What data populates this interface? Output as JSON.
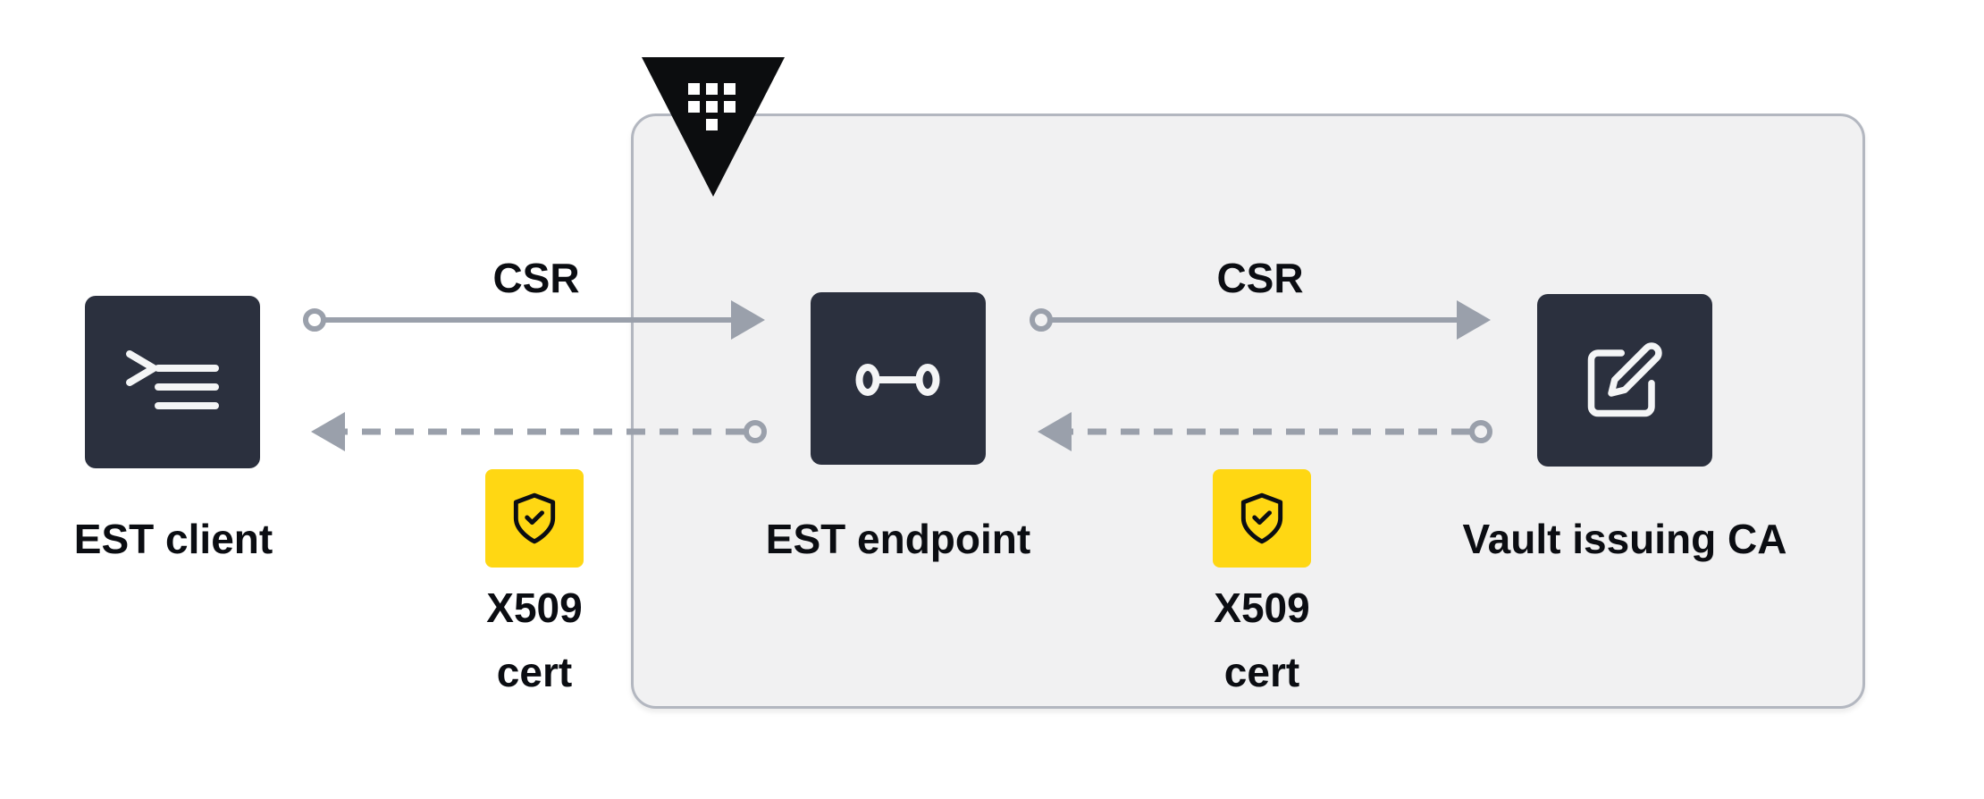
{
  "nodes": {
    "est_client": {
      "label": "EST client",
      "icon": "terminal-icon"
    },
    "est_endpoint": {
      "label": "EST endpoint",
      "icon": "socket-link-icon"
    },
    "vault_issuing_ca": {
      "label": "Vault issuing CA",
      "icon": "pencil-square-icon"
    }
  },
  "flows": {
    "csr_left": {
      "label": "CSR",
      "direction": "right",
      "style": "solid"
    },
    "csr_right": {
      "label": "CSR",
      "direction": "right",
      "style": "solid"
    },
    "cert_return_left": {
      "direction": "left",
      "style": "dashed"
    },
    "cert_return_right": {
      "direction": "left",
      "style": "dashed"
    }
  },
  "badges": {
    "left": {
      "line1": "X509",
      "line2": "cert",
      "icon": "shield-check-icon"
    },
    "right": {
      "line1": "X509",
      "line2": "cert",
      "icon": "shield-check-icon"
    }
  },
  "logo": {
    "name": "vault-logo",
    "shape": "inverted-triangle-keypad"
  },
  "colors": {
    "node_bg": "#2b303e",
    "icon_stroke": "#f4f5f6",
    "accent_yellow": "#ffd713",
    "arrow_gray": "#9aa0ab",
    "container_bg": "#f1f1f2",
    "container_border": "#b3b7c0",
    "text_color": "#0b0d12",
    "logo_black": "#0c0d0f"
  }
}
